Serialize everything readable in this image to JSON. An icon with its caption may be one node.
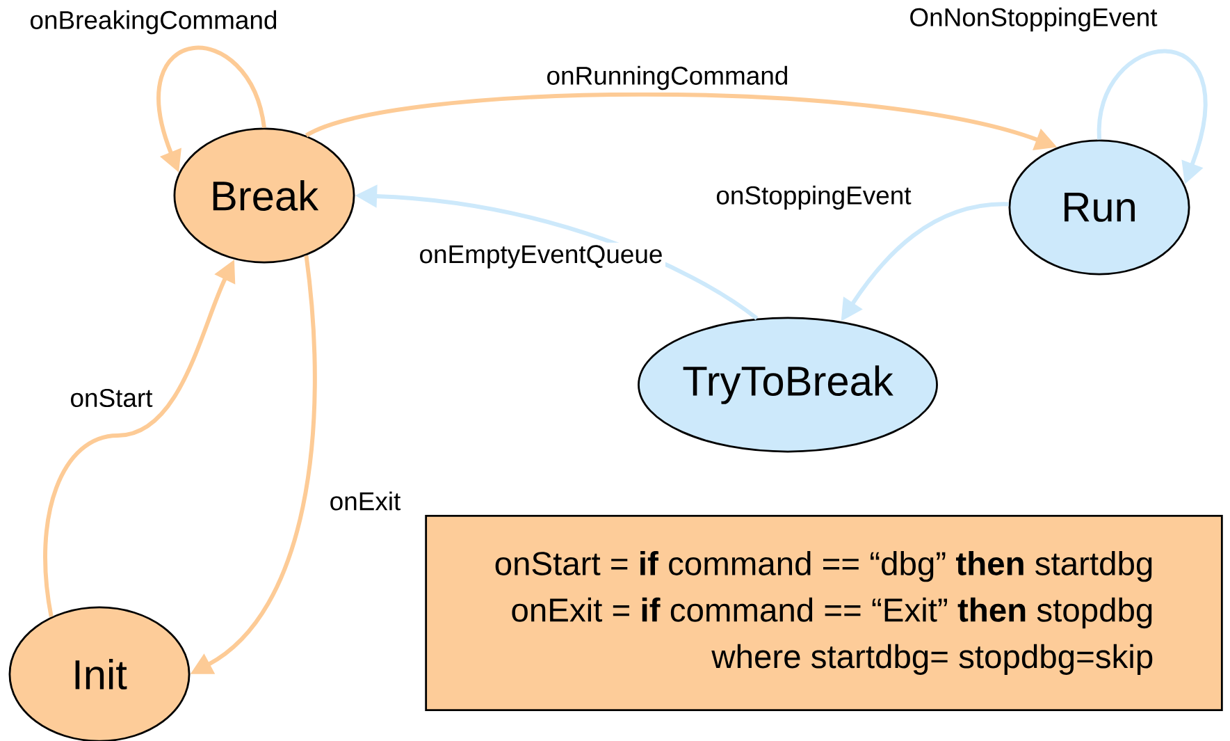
{
  "diagram": {
    "nodes": [
      {
        "text": [
          "Break"
        ]
      },
      {
        "text": [
          "Run"
        ]
      },
      {
        "text": [
          "TryToBreak"
        ]
      },
      {
        "text": [
          "Init"
        ]
      },
      {
        "text": [
          "onStart = **if** command == “dbg” **then** startdbg",
          "onExit = **if** command == “Exit” **then** stopdbg",
          "where startdbg= stopdbg=skip"
        ]
      }
    ],
    "edges": [
      {
        "from": 0,
        "to": 0,
        "arrow": "to",
        "label": "onBreakingCommand",
        "color": "#fdcb96"
      },
      {
        "from": 0,
        "to": 1,
        "arrow": "to",
        "label": "onRunningCommand",
        "color": "#fdcb96"
      },
      {
        "from": 1,
        "to": 1,
        "arrow": "to",
        "label": "OnNonStoppingEvent",
        "color": "#cde9fb"
      },
      {
        "from": 1,
        "to": 2,
        "arrow": "to",
        "label": "onStoppingEvent",
        "color": "#cde9fb"
      },
      {
        "from": 2,
        "to": 0,
        "arrow": "to",
        "label": "onEmptyEventQueue",
        "color": "#cde9fb"
      },
      {
        "from": 3,
        "to": 0,
        "arrow": "to",
        "label": "onStart",
        "color": "#fdcb96"
      },
      {
        "from": 0,
        "to": 3,
        "arrow": "to",
        "label": "onExit",
        "color": "#fdcb96"
      }
    ]
  }
}
